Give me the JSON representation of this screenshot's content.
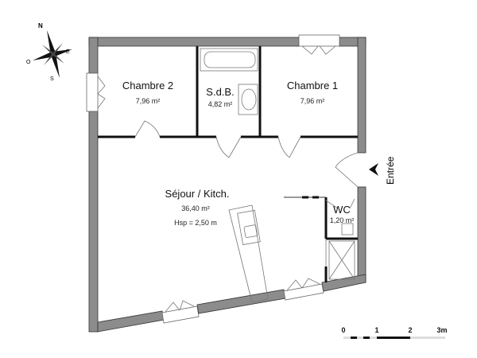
{
  "compass": {
    "north": "N",
    "east": "E",
    "south": "S",
    "west": "O"
  },
  "rooms": [
    {
      "name": "Chambre 2",
      "area": "7,96 m²"
    },
    {
      "name": "S.d.B.",
      "area": "4,82 m²"
    },
    {
      "name": "Chambre 1",
      "area": "7,96 m²"
    },
    {
      "name": "Séjour / Kitch.",
      "area": "36,40 m²",
      "height": "Hsp = 2,50 m"
    },
    {
      "name": "WC",
      "area": "1,20 m²"
    }
  ],
  "entrance": {
    "label": "Entrée"
  },
  "scale": {
    "ticks": [
      "0",
      "1",
      "2",
      "3m"
    ]
  },
  "colors": {
    "wall": "#8c8c8c",
    "partition": "#111111"
  }
}
